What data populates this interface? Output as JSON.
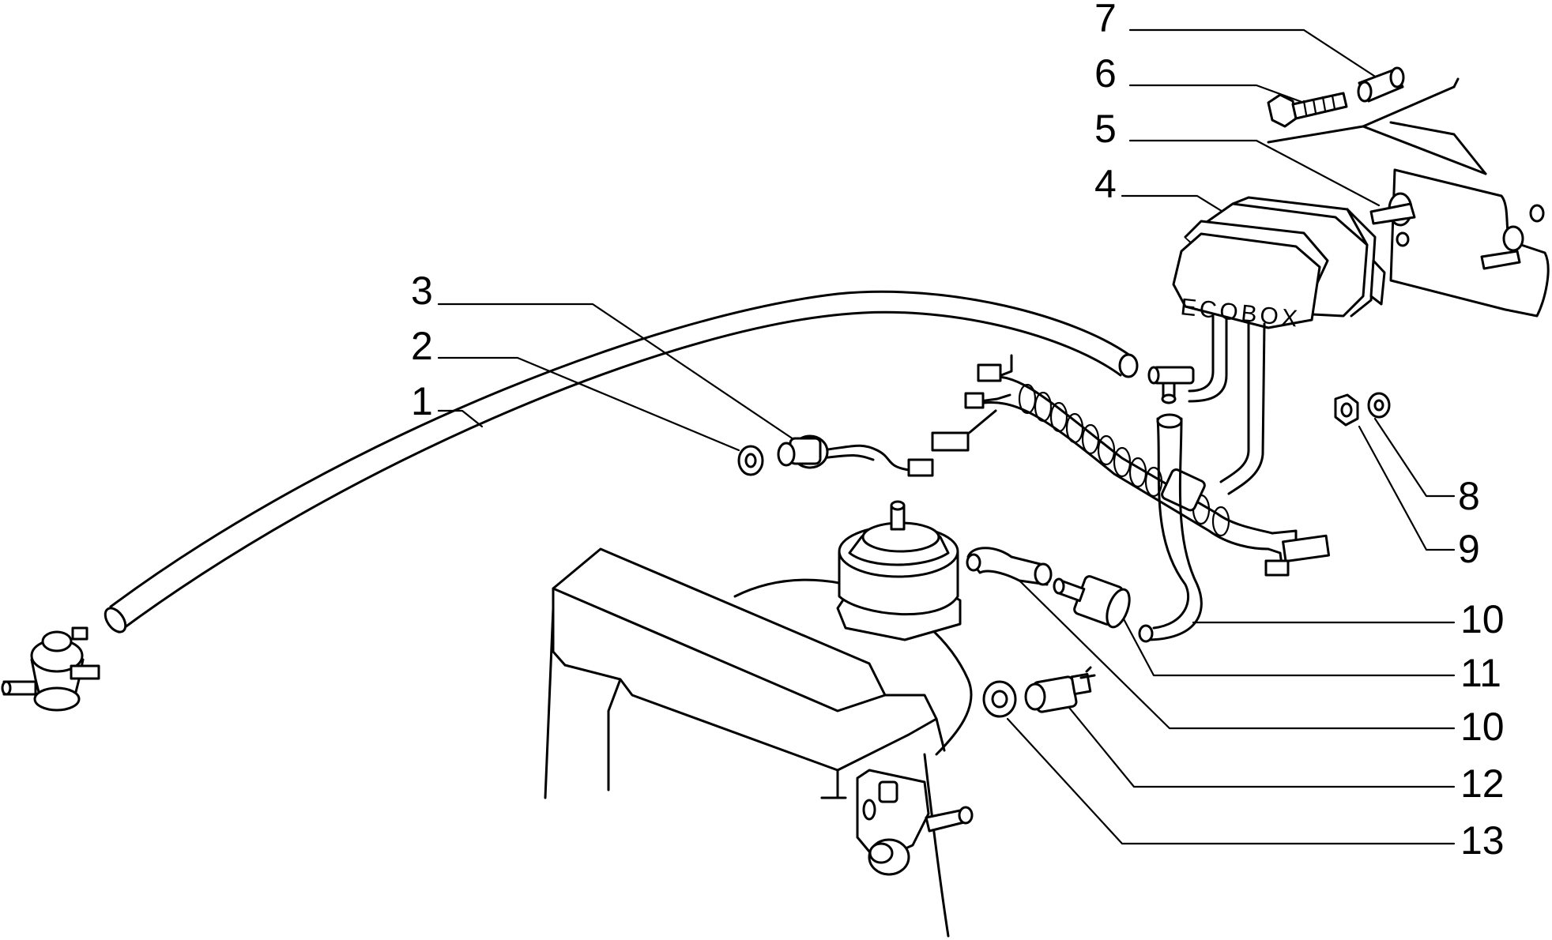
{
  "module_label": "ECOBOX",
  "callouts": [
    {
      "id": "c1",
      "number": "1"
    },
    {
      "id": "c2",
      "number": "2"
    },
    {
      "id": "c3",
      "number": "3"
    },
    {
      "id": "c4",
      "number": "4"
    },
    {
      "id": "c5",
      "number": "5"
    },
    {
      "id": "c6",
      "number": "6"
    },
    {
      "id": "c7",
      "number": "7"
    },
    {
      "id": "c8",
      "number": "8"
    },
    {
      "id": "c9",
      "number": "9"
    },
    {
      "id": "c10a",
      "number": "10"
    },
    {
      "id": "c11",
      "number": "11"
    },
    {
      "id": "c10b",
      "number": "10"
    },
    {
      "id": "c12",
      "number": "12"
    },
    {
      "id": "c13",
      "number": "13"
    }
  ]
}
